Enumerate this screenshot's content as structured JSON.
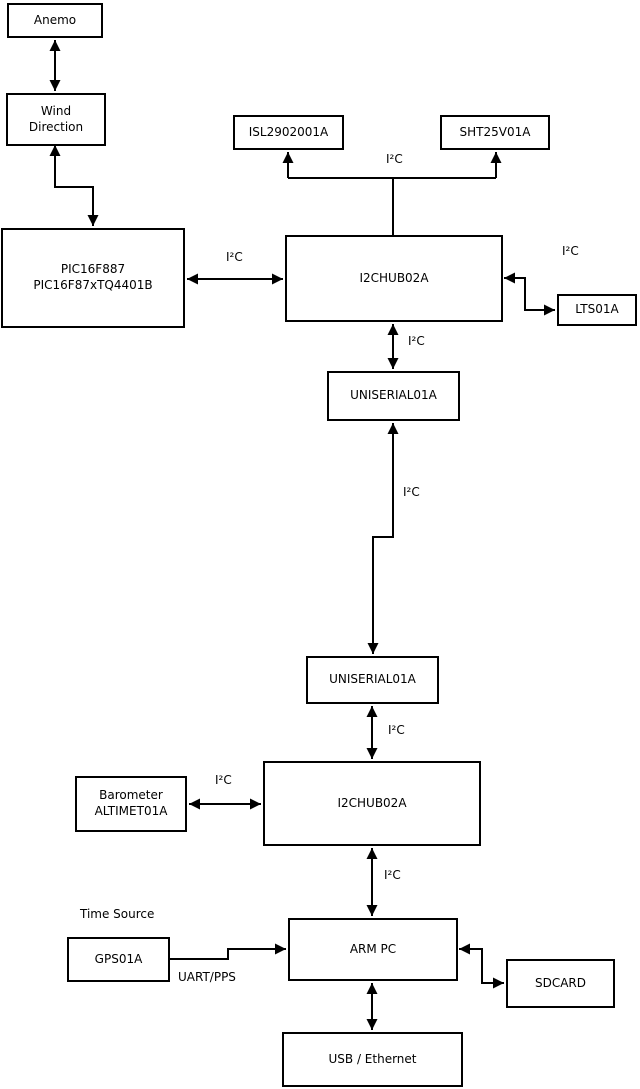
{
  "diagram": {
    "colors": {
      "line": "#000000",
      "box_fill": "#ffffff",
      "background": "#ffffff",
      "text": "#000000"
    },
    "nodes": {
      "anemo": {
        "label": "Anemo"
      },
      "wind": {
        "label": "Wind\nDirection"
      },
      "pic": {
        "label": "PIC16F887\nPIC16F87xTQ4401B"
      },
      "isl": {
        "label": "ISL2902001A"
      },
      "sht": {
        "label": "SHT25V01A"
      },
      "hub1": {
        "label": "I2CHUB02A"
      },
      "lts": {
        "label": "LTS01A"
      },
      "uniserial1": {
        "label": "UNISERIAL01A"
      },
      "uniserial2": {
        "label": "UNISERIAL01A"
      },
      "barometer": {
        "label": "Barometer\nALTIMET01A"
      },
      "hub2": {
        "label": "I2CHUB02A"
      },
      "gps": {
        "label": "GPS01A"
      },
      "armpc": {
        "label": "ARM PC"
      },
      "sdcard": {
        "label": "SDCARD"
      },
      "usb": {
        "label": "USB / Ethernet"
      }
    },
    "wire_labels": {
      "i2c": "I²C",
      "uart_pps": "UART/PPS",
      "time_source": "Time Source"
    },
    "edges": [
      {
        "from": "Anemo",
        "to": "Wind Direction",
        "direction": "bidirectional",
        "label": ""
      },
      {
        "from": "Wind Direction",
        "to": "PIC16F887 PIC16F87xTQ4401B",
        "direction": "bidirectional",
        "label": ""
      },
      {
        "from": "PIC16F887 PIC16F87xTQ4401B",
        "to": "I2CHUB02A (1)",
        "direction": "bidirectional",
        "label": "I²C"
      },
      {
        "from": "I2CHUB02A (1)",
        "to": "ISL2902001A",
        "direction": "to",
        "label": "I²C"
      },
      {
        "from": "I2CHUB02A (1)",
        "to": "SHT25V01A",
        "direction": "to",
        "label": "I²C"
      },
      {
        "from": "I2CHUB02A (1)",
        "to": "LTS01A",
        "direction": "bidirectional",
        "label": "I²C"
      },
      {
        "from": "I2CHUB02A (1)",
        "to": "UNISERIAL01A (1)",
        "direction": "bidirectional",
        "label": "I²C"
      },
      {
        "from": "UNISERIAL01A (1)",
        "to": "UNISERIAL01A (2)",
        "direction": "bidirectional",
        "label": "I²C"
      },
      {
        "from": "UNISERIAL01A (2)",
        "to": "I2CHUB02A (2)",
        "direction": "bidirectional",
        "label": "I²C"
      },
      {
        "from": "Barometer ALTIMET01A",
        "to": "I2CHUB02A (2)",
        "direction": "bidirectional",
        "label": "I²C"
      },
      {
        "from": "I2CHUB02A (2)",
        "to": "ARM PC",
        "direction": "bidirectional",
        "label": "I²C"
      },
      {
        "from": "GPS01A",
        "to": "ARM PC",
        "direction": "to",
        "label": "UART/PPS"
      },
      {
        "from": "ARM PC",
        "to": "SDCARD",
        "direction": "bidirectional",
        "label": ""
      },
      {
        "from": "ARM PC",
        "to": "USB / Ethernet",
        "direction": "bidirectional",
        "label": ""
      }
    ]
  }
}
